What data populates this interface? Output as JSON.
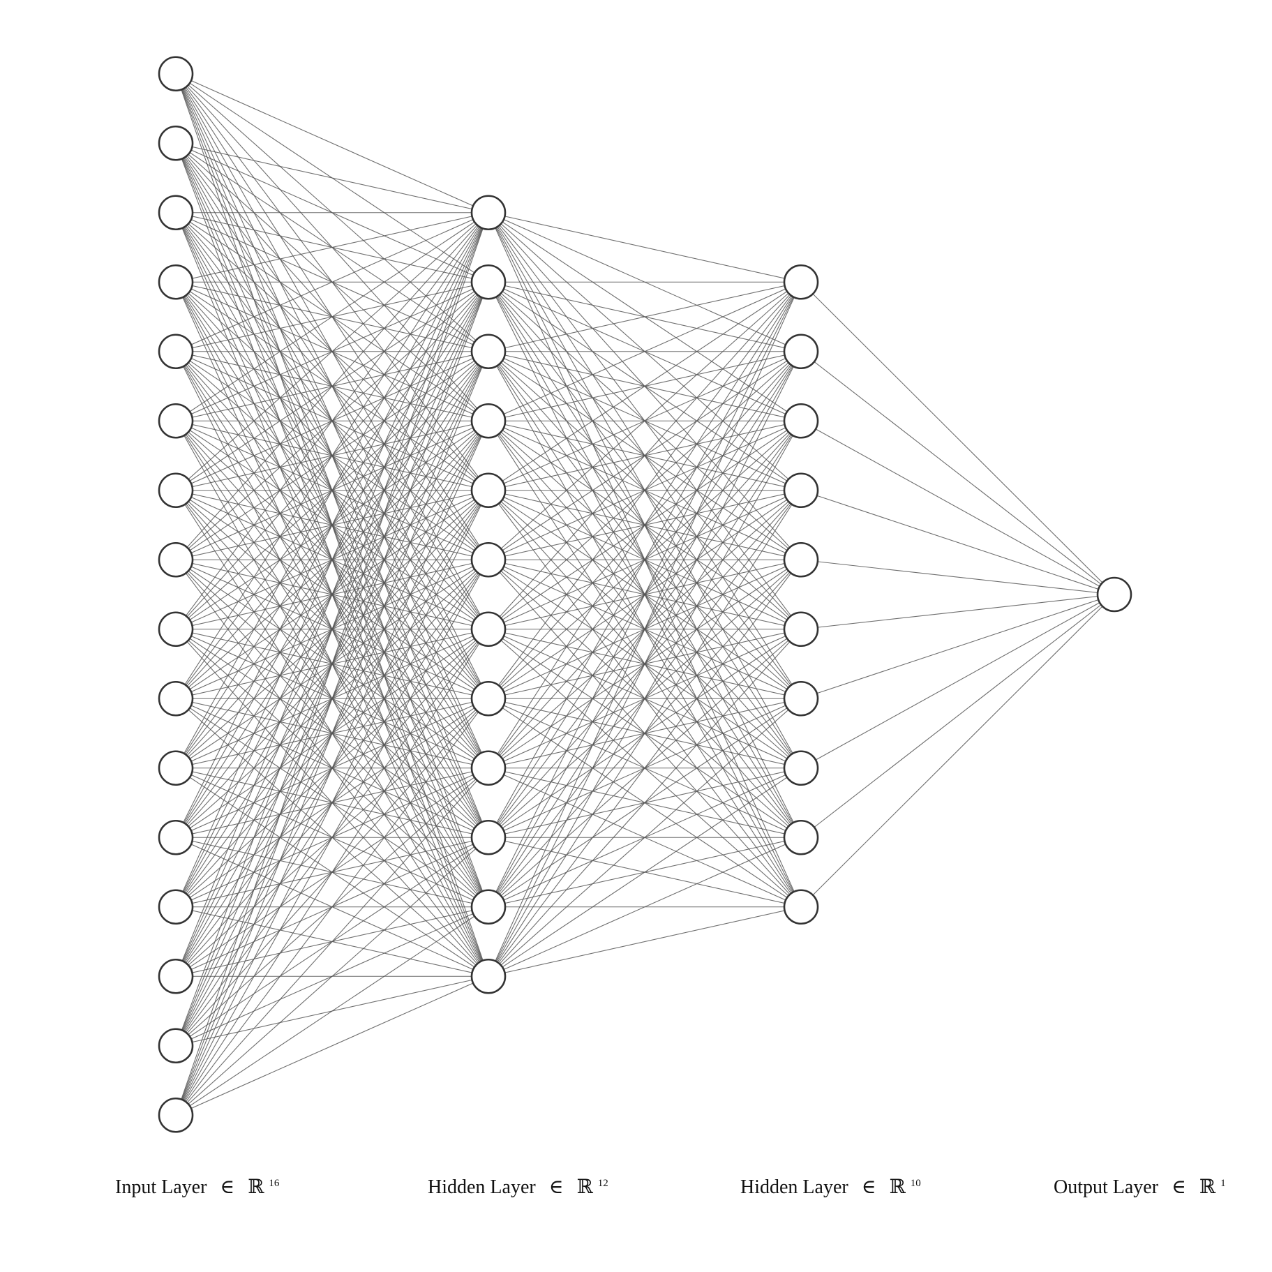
{
  "diagram": {
    "type": "neural-network",
    "layers": [
      {
        "name": "Input Layer",
        "symbol": "∈",
        "space": "ℝ",
        "dim": "16",
        "nodes": 16
      },
      {
        "name": "Hidden Layer",
        "symbol": "∈",
        "space": "ℝ",
        "dim": "12",
        "nodes": 12
      },
      {
        "name": "Hidden Layer",
        "symbol": "∈",
        "space": "ℝ",
        "dim": "10",
        "nodes": 10
      },
      {
        "name": "Output Layer",
        "symbol": "∈",
        "space": "ℝ",
        "dim": "1",
        "nodes": 1
      }
    ],
    "connectivity": "fully-connected",
    "colors": {
      "background": "#ffffff",
      "node_fill": "#ffffff",
      "node_stroke": "#333333",
      "edge": "#555555",
      "text": "#111111"
    }
  }
}
